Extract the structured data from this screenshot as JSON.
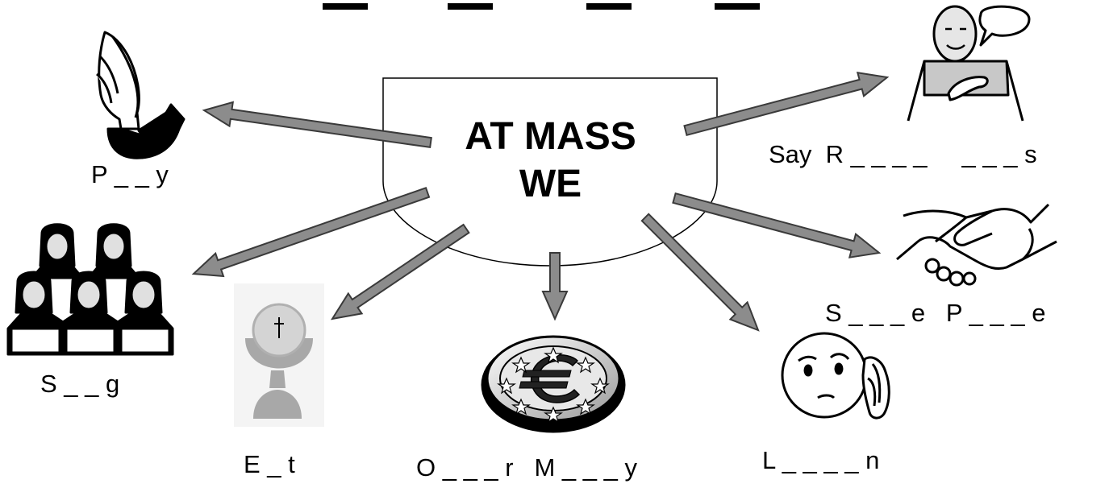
{
  "center": {
    "line1": "AT MASS",
    "line2": "WE"
  },
  "items": [
    {
      "label": "P _ _ y",
      "icon": "praying-hands-icon"
    },
    {
      "label": "S _ _ g",
      "icon": "choir-icon"
    },
    {
      "label": "E _ t",
      "icon": "chalice-host-icon"
    },
    {
      "label": "O _ _ _ r   M _ _ _ y",
      "icon": "euro-coin-icon"
    },
    {
      "label": "L _ _ _ _ n",
      "icon": "listening-face-icon"
    },
    {
      "label": "S _ _ _ e   P _ _ _ e",
      "icon": "handshake-icon"
    },
    {
      "label": "Say  R _ _ _ _     _ _ _ s",
      "icon": "person-speaking-icon"
    }
  ],
  "colors": {
    "arrow_fill": "#8c8c8c",
    "arrow_stroke": "#3a3a3a",
    "line": "#000000"
  }
}
